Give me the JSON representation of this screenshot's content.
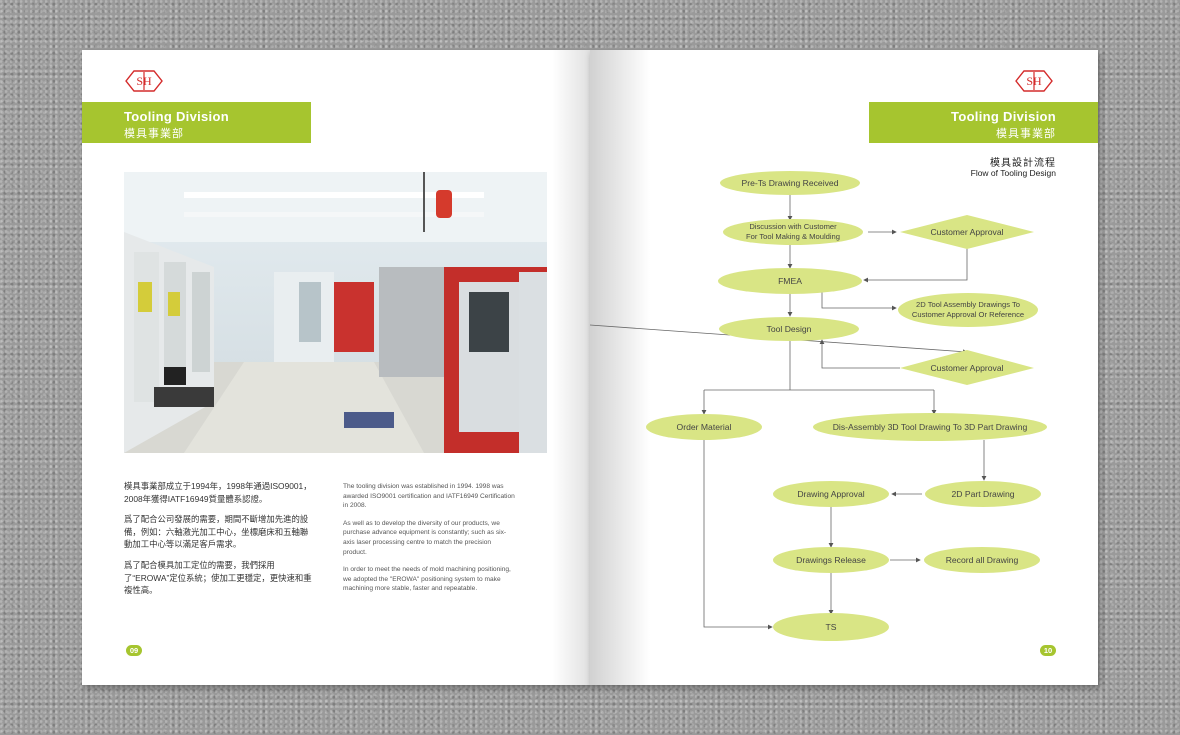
{
  "left_page": {
    "logo_text": "SH",
    "banner": {
      "en": "Tooling Division",
      "zh": "模具事業部"
    },
    "text_zh": [
      "模具事業部成立于1994年，1998年通過ISO9001，2008年獲得IATF16949質量體系認證。",
      "爲了配合公司發展的需要，期間不斷增加先進的設備，例如：六軸激光加工中心，坐標磨床和五軸聯動加工中心等以滿足客戶需求。",
      "爲了配合模具加工定位的需要，我們採用了“EROWA”定位系統；使加工更穩定，更快速和重複性高。"
    ],
    "text_en": [
      "The tooling division was established in 1994.  1998 was awarded ISO9001 certification and IATF16949 Certification in 2008.",
      "As well as to develop the diversity of our products, we purchase advance equipment is constantly; such as six-axis laser processing centre to match the precision product.",
      "In order to meet the needs of mold machining positioning, we adopted the \"EROWA\" positioning system to make machining more stable, faster and repeatable."
    ],
    "page_number": "09"
  },
  "right_page": {
    "logo_text": "SH",
    "banner": {
      "en": "Tooling Division",
      "zh": "模具事業部"
    },
    "flow_title_zh": "模具設計流程",
    "flow_title_en": "Flow of Tooling Design",
    "flow": {
      "pre_ts": "Pre-Ts Drawing Received",
      "discussion_1": "Discussion with Customer",
      "discussion_2": "For Tool Making & Moulding",
      "customer_approval_1": "Customer Approval",
      "fmea": "FMEA",
      "assembly_1": "2D Tool Assembly Drawings To",
      "assembly_2": "Customer Approval Or Reference",
      "tool_design": "Tool Design",
      "customer_approval_2": "Customer Approval",
      "order_material": "Order Material",
      "dis_assembly": "Dis-Assembly 3D Tool Drawing To 3D Part Drawing",
      "part_drawing": "2D Part Drawing",
      "drawing_approval": "Drawing Approval",
      "drawings_release": "Drawings Release",
      "record_all": "Record all Drawing",
      "ts": "TS"
    },
    "page_number": "10"
  },
  "colors": {
    "accent": "#a6c52f",
    "flow_fill": "#d9e585",
    "logo_red": "#d42b2b"
  }
}
